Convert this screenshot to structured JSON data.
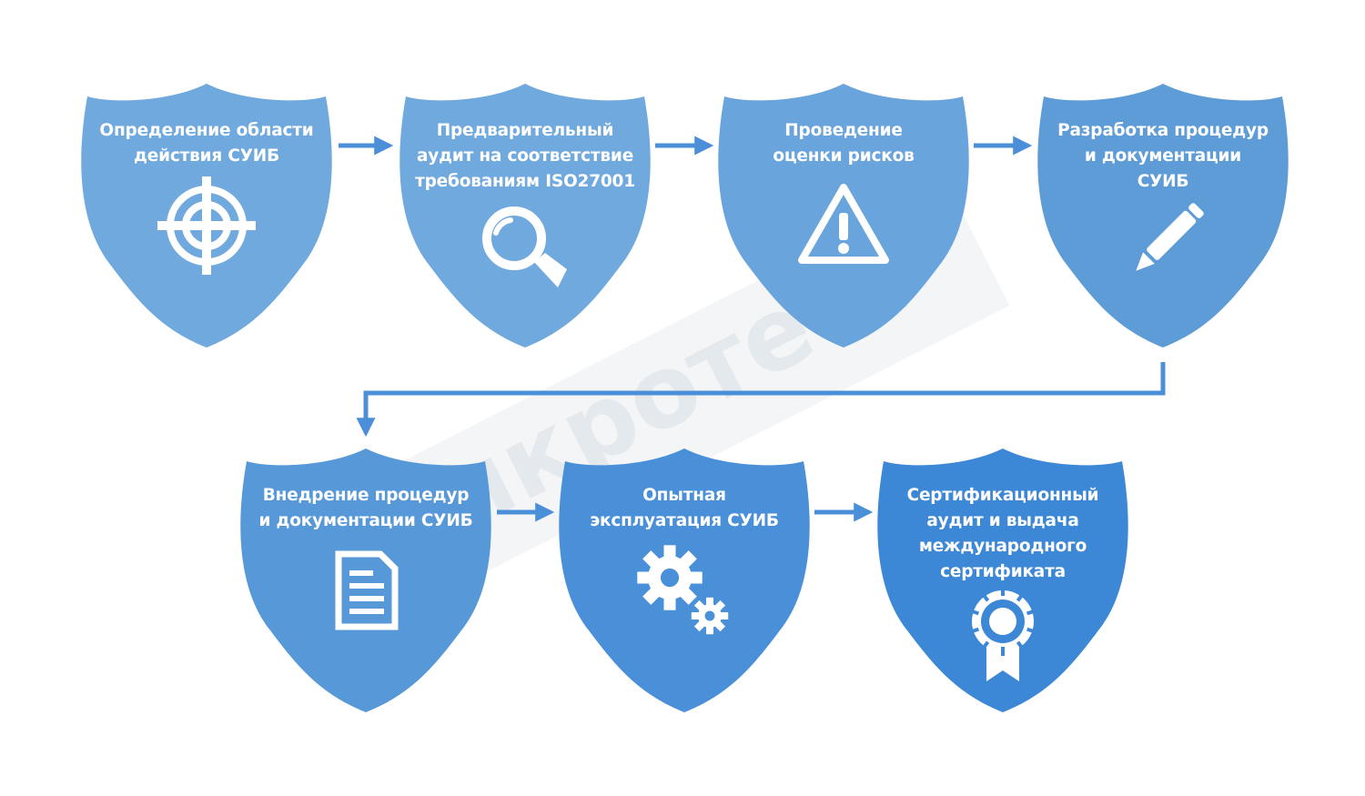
{
  "steps": [
    {
      "lines": [
        "Определение области",
        "действия СУИБ"
      ],
      "icon": "target-icon",
      "color": "#6fa9de"
    },
    {
      "lines": [
        "Предварительный",
        "аудит на соответствие",
        "требованиям  ISO27001"
      ],
      "icon": "magnifier-icon",
      "color": "#6fa9de"
    },
    {
      "lines": [
        "Проведение",
        "оценки рисков"
      ],
      "icon": "warning-icon",
      "color": "#6aa4dc"
    },
    {
      "lines": [
        "Разработка процедур",
        "и документации",
        "СУИБ"
      ],
      "icon": "pencil-icon",
      "color": "#5e9cd8"
    },
    {
      "lines": [
        "Внедрение процедур",
        "и документации СУИБ"
      ],
      "icon": "document-icon",
      "color": "#5698d8"
    },
    {
      "lines": [
        "Опытная",
        "эксплуатация СУИБ"
      ],
      "icon": "gears-icon",
      "color": "#4a90d9"
    },
    {
      "lines": [
        "Сертификационный",
        "аудит и выдача",
        "международного",
        "сертификата"
      ],
      "icon": "award-ribbon-icon",
      "color": "#3d88d6"
    }
  ],
  "watermark": "микротест",
  "arrow_color": "#4a8fd8"
}
